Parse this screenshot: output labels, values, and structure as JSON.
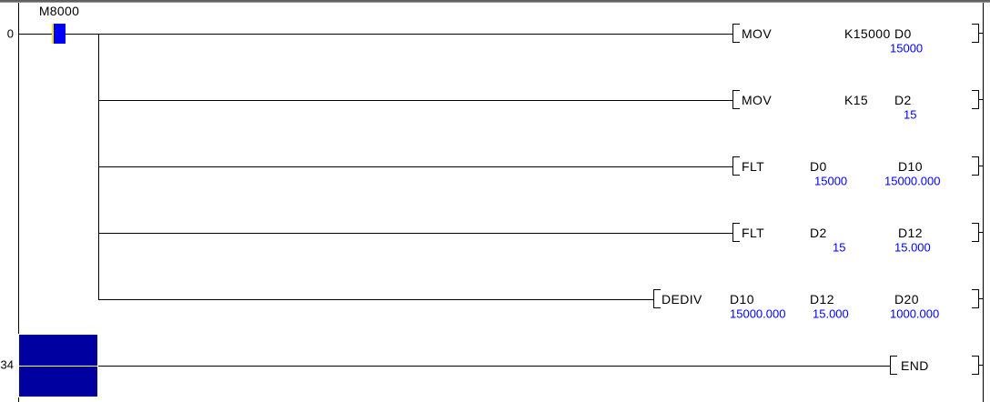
{
  "editor": {
    "rung0": {
      "number": "0",
      "contact": {
        "label": "M8000",
        "state": "energized"
      }
    },
    "instructions": [
      {
        "op": "MOV",
        "operand1": "K15000",
        "operand2": "D0",
        "value2": "15000"
      },
      {
        "op": "MOV",
        "operand1": "K15",
        "operand2": "D2",
        "value2": "15"
      },
      {
        "op": "FLT",
        "operand1": "D0",
        "value1": "15000",
        "operand2": "D10",
        "value2": "15000.000"
      },
      {
        "op": "FLT",
        "operand1": "D2",
        "value1": "15",
        "operand2": "D12",
        "value2": "15.000"
      },
      {
        "op": "DEDIV",
        "operand1": "D10",
        "value1": "15000.000",
        "operand2": "D12",
        "value2": "15.000",
        "operand3": "D20",
        "value3": "1000.000"
      }
    ],
    "rung34": {
      "number": "34",
      "op": "END"
    },
    "colors": {
      "monitor_value_blue": "#0000ff",
      "energized_contact_blue": "#0000f2",
      "contact_edge_yellow": "#ffe400",
      "cursor_fill_navy": "#0000a0",
      "cursor_border_yellow": "#ffffc0",
      "line_black": "#000000"
    }
  }
}
